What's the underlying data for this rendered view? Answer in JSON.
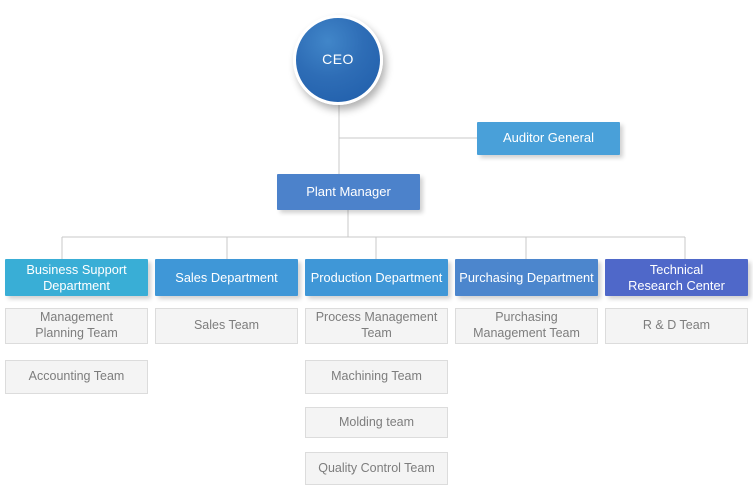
{
  "page": {
    "background": "#ffffff",
    "connector_color": "#c9c9c9"
  },
  "org_chart": {
    "ceo": {
      "label": "CEO",
      "color": "#2e6db6"
    },
    "auditor_general": {
      "label": "Auditor General",
      "color": "#49a0d9"
    },
    "plant_manager": {
      "label": "Plant Manager",
      "color": "#4c82cb"
    },
    "departments": [
      {
        "label": "Business Support\nDepartment",
        "color": "#39aed6",
        "teams": [
          "Management\nPlanning Team",
          "Accounting Team"
        ]
      },
      {
        "label": "Sales Department",
        "color": "#3f97d7",
        "teams": [
          "Sales Team"
        ]
      },
      {
        "label": "Production Department",
        "color": "#3f97d7",
        "teams": [
          "Process Management\nTeam",
          "Machining Team",
          "Molding team",
          "Quality Control Team"
        ]
      },
      {
        "label": "Purchasing Department",
        "color": "#4c86cd",
        "teams": [
          "Purchasing\nManagement Team"
        ]
      },
      {
        "label": "Technical\nResearch Center",
        "color": "#4f68c9",
        "teams": [
          "R & D Team"
        ]
      }
    ]
  }
}
